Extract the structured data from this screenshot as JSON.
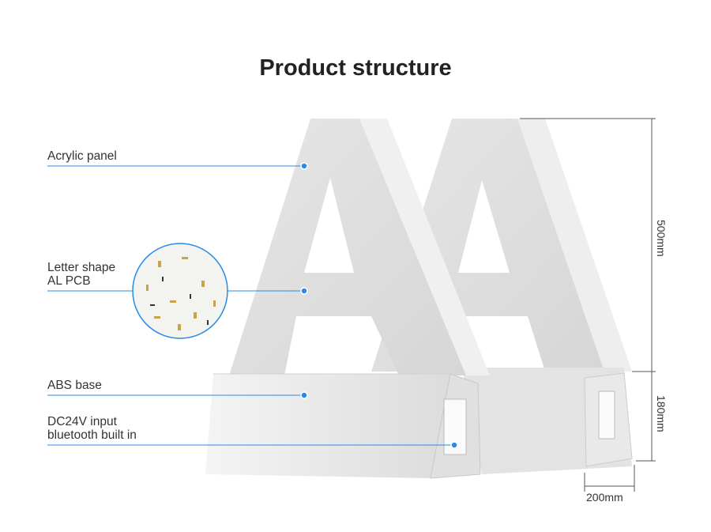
{
  "title": "Product structure",
  "callouts": [
    {
      "lines": [
        "Acrylic panel"
      ]
    },
    {
      "lines": [
        "Letter shape",
        "AL PCB"
      ]
    },
    {
      "lines": [
        "ABS base"
      ]
    },
    {
      "lines": [
        "DC24V input",
        "bluetooth built in"
      ]
    }
  ],
  "dimensions": {
    "height_letter": "500mm",
    "height_base": "180mm",
    "depth": "200mm"
  },
  "colors": {
    "accent": "#2a8ae8",
    "text": "#333333"
  }
}
